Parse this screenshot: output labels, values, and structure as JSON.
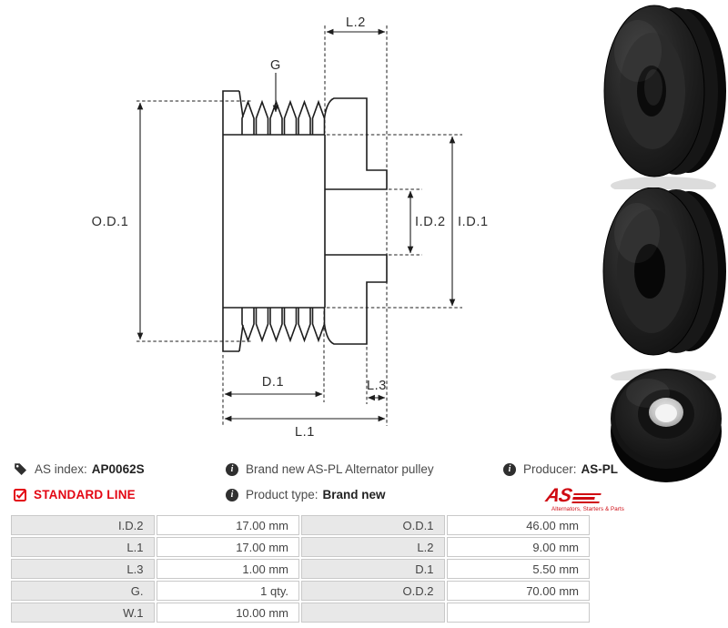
{
  "info": {
    "as_index_label": "AS index:",
    "as_index_value": "AP0062S",
    "standard_line": "STANDARD LINE",
    "description": "Brand new AS-PL Alternator pulley",
    "product_type_label": "Product type:",
    "product_type_value": "Brand new",
    "producer_label": "Producer:",
    "producer_value": "AS-PL",
    "logo_text": "AS",
    "logo_tagline": "Alternators, Starters & Parts"
  },
  "diagram_labels": {
    "od1": "O.D.1",
    "id1": "I.D.1",
    "id2": "I.D.2",
    "g": "G",
    "l2": "L.2",
    "d1": "D.1",
    "l3": "L.3",
    "l1": "L.1"
  },
  "spec_table": {
    "rows": [
      {
        "label1": "I.D.2",
        "value1": "17.00 mm",
        "label2": "O.D.1",
        "value2": "46.00 mm"
      },
      {
        "label1": "L.1",
        "value1": "17.00 mm",
        "label2": "L.2",
        "value2": "9.00 mm"
      },
      {
        "label1": "L.3",
        "value1": "1.00 mm",
        "label2": "D.1",
        "value2": "5.50 mm"
      },
      {
        "label1": "G.",
        "value1": "1 qty.",
        "label2": "O.D.2",
        "value2": "70.00 mm"
      },
      {
        "label1": "W.1",
        "value1": "10.00 mm",
        "label2": "",
        "value2": ""
      }
    ]
  },
  "colors": {
    "accent_red": "#e30613",
    "line": "#1d1d1d",
    "table_label_bg": "#e8e8e8",
    "table_border": "#c9c9c9"
  }
}
